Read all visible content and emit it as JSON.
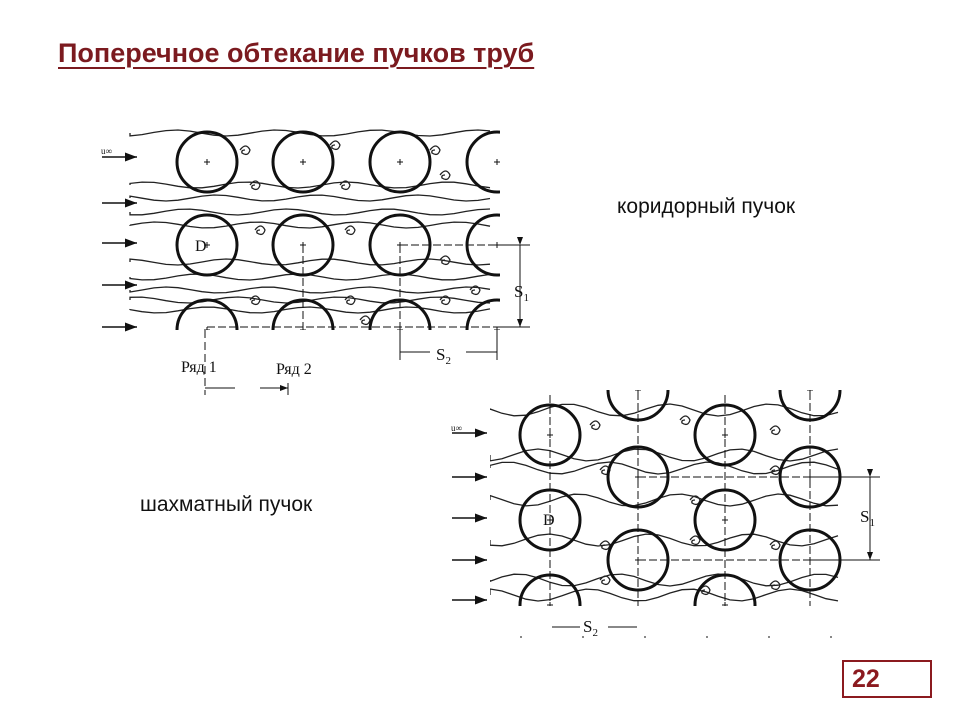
{
  "slide": {
    "title": "Поперечное обтекание пучков труб",
    "page_number": "22"
  },
  "inline_bundle": {
    "caption": "коридорный пучок",
    "labels": {
      "velocity": "u∞",
      "diameter": "D",
      "s1": "S",
      "s1_sub": "1",
      "s2": "S",
      "s2_sub": "2",
      "row1": "Ряд 1",
      "row2": "Ряд 2"
    }
  },
  "staggered_bundle": {
    "caption": "шахматный пучок",
    "labels": {
      "velocity": "u∞",
      "diameter": "D",
      "s1": "S",
      "s1_sub": "1",
      "s2": "S",
      "s2_sub": "2"
    }
  },
  "colors": {
    "accent": "#8b1a1f"
  }
}
